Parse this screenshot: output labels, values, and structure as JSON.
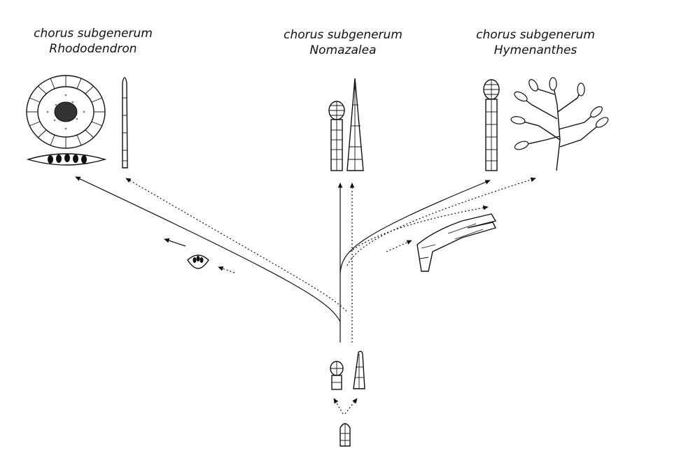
{
  "groups": [
    {
      "line1": "chorus subgenerum",
      "line2": "Rhododendron"
    },
    {
      "line1": "chorus subgenerum",
      "line2": "Nomazalea"
    },
    {
      "line1": "chorus subgenerum",
      "line2": "Hymenanthes"
    }
  ],
  "colors": {
    "ink": "#111111",
    "paper": "#ffffff"
  }
}
